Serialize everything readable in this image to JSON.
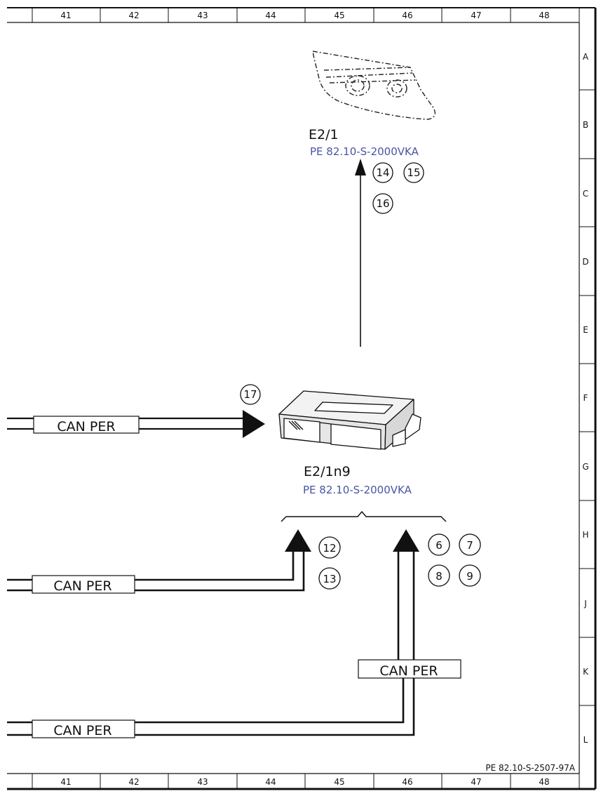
{
  "grid": {
    "columns": [
      "41",
      "42",
      "43",
      "44",
      "45",
      "46",
      "47",
      "48"
    ],
    "rows": [
      "A",
      "B",
      "C",
      "D",
      "E",
      "F",
      "G",
      "H",
      "J",
      "K",
      "L"
    ]
  },
  "headlamp": {
    "designation": "E2/1",
    "reference": "PE 82.10-S-2000VKA",
    "callouts": [
      "14",
      "15",
      "16"
    ]
  },
  "module": {
    "designation": "E2/1n9",
    "reference": "PE 82.10-S-2000VKA"
  },
  "callouts": {
    "top_input": "17",
    "left_group": [
      "12",
      "13"
    ],
    "right_group": [
      "6",
      "7",
      "8",
      "9"
    ]
  },
  "bus_labels": {
    "top": "CAN PER",
    "middle": "CAN PER",
    "vertical": "CAN PER",
    "bottom": "CAN PER"
  },
  "footer": {
    "document_id": "PE 82.10-S-2507-97A"
  }
}
